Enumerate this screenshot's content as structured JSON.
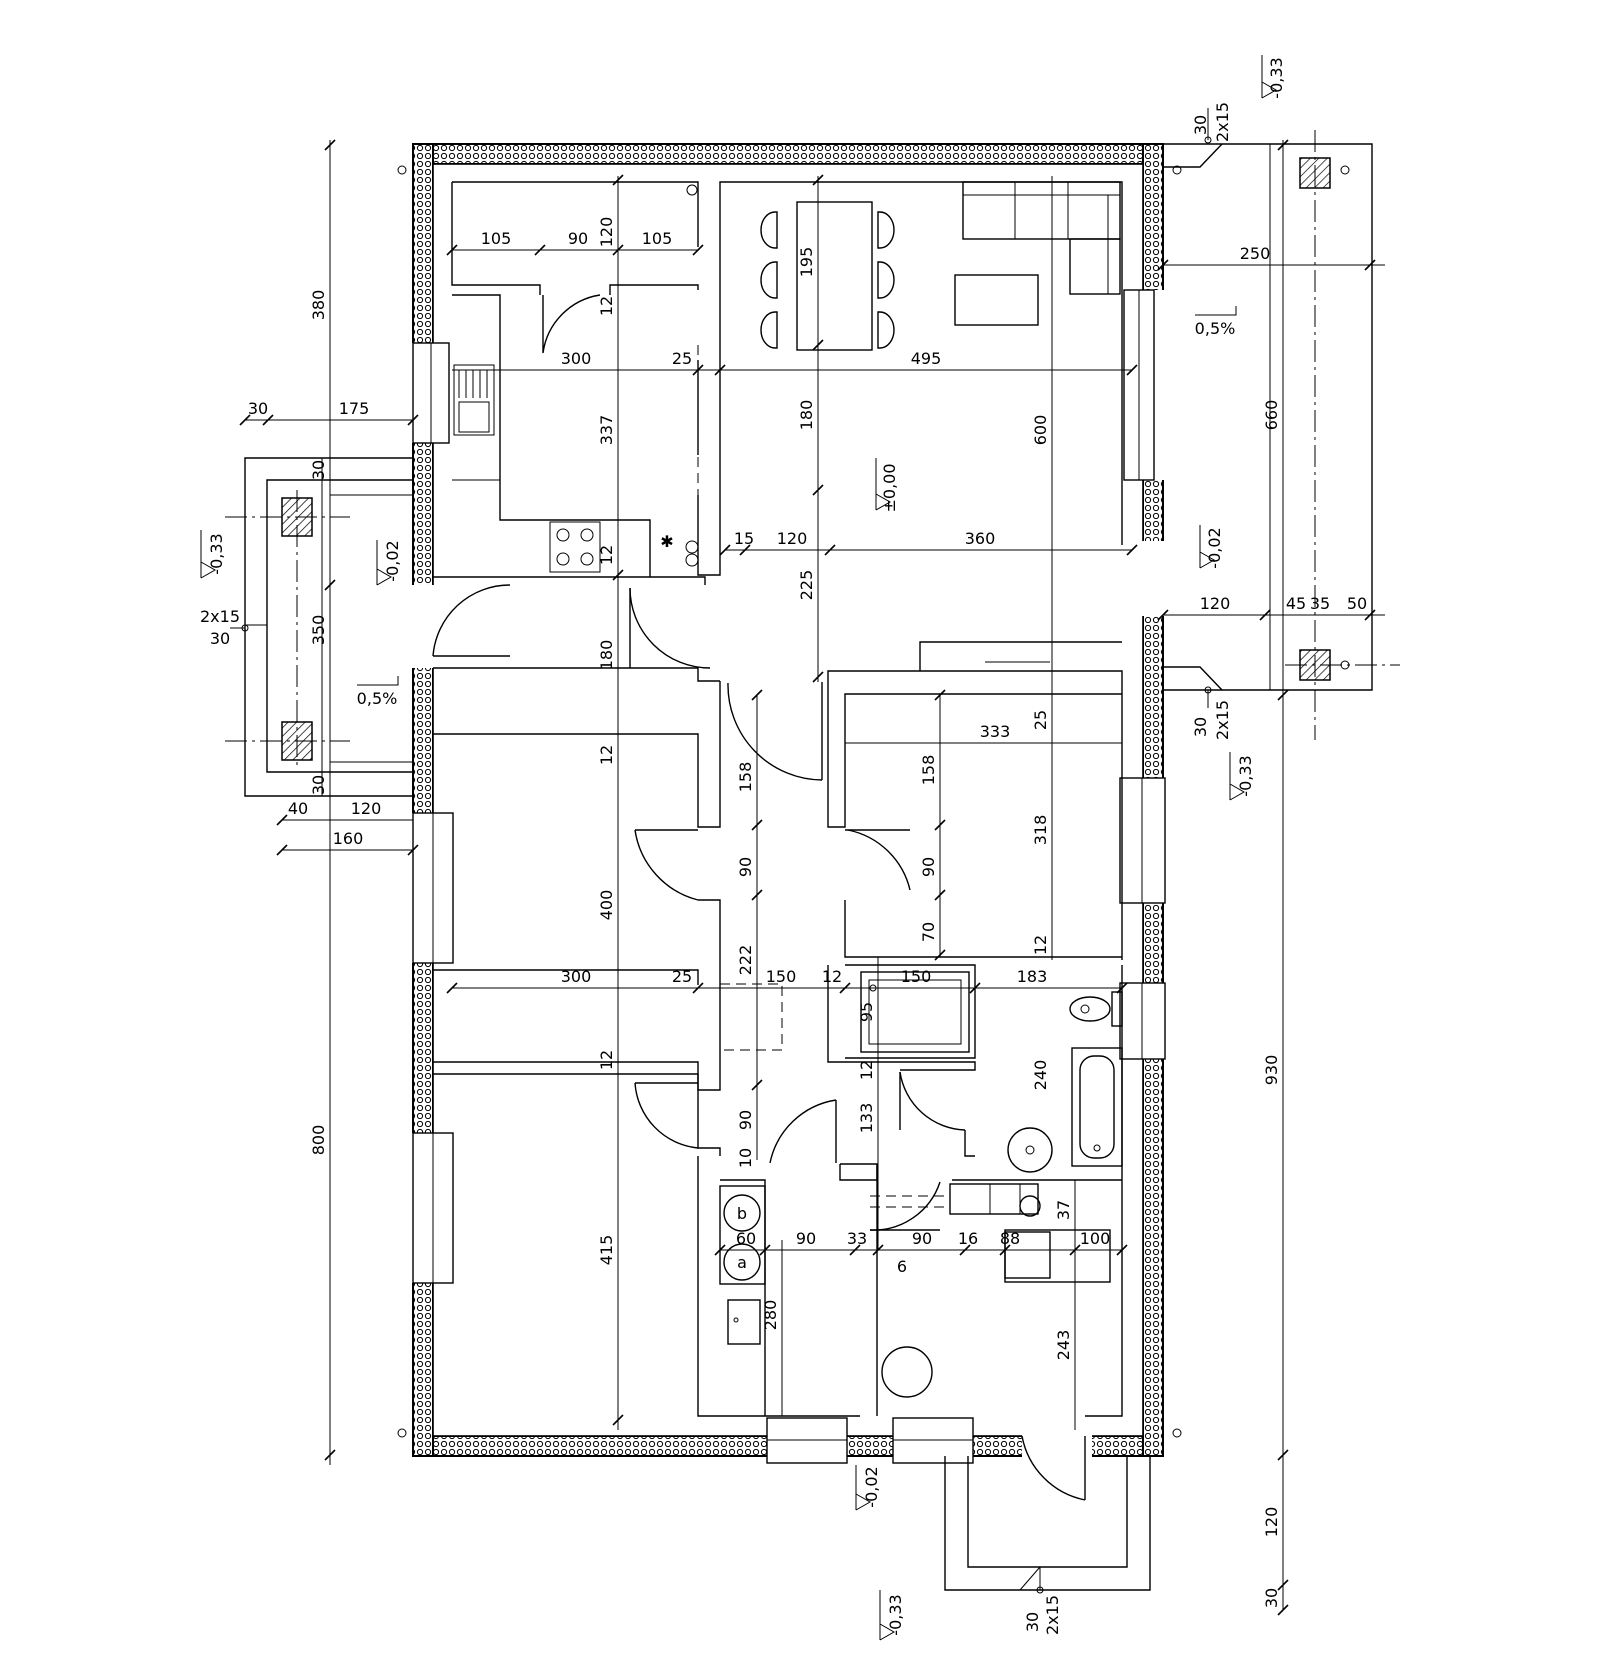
{
  "dimensions": {
    "k1": "105",
    "k2": "90",
    "k3": "120",
    "k4": "105",
    "k5": "12",
    "k6": "300",
    "k7": "25",
    "k8": "337",
    "k9": "12",
    "l1": "495",
    "l2": "195",
    "l3": "180",
    "l4": "600",
    "l5": "15",
    "l6": "120",
    "l7": "360",
    "l8": "225",
    "e1": "380",
    "e2": "800",
    "e3": "30",
    "e4": "175",
    "e5": "30",
    "e6": "350",
    "e7": "30",
    "e8": "40",
    "e9": "120",
    "e10": "160",
    "h1": "180",
    "h2": "12",
    "r1": "400",
    "r2": "158",
    "r3": "90",
    "r4": "222",
    "b1": "333",
    "b2": "25",
    "b3": "158",
    "b4": "318",
    "b5": "90",
    "b6": "70",
    "b7": "12",
    "m1": "300",
    "m2": "25",
    "m3": "150",
    "m4": "12",
    "m5": "150",
    "m6": "183",
    "m7": "95",
    "t1": "12",
    "t2": "240",
    "t3": "133",
    "s1": "12",
    "s2": "90",
    "s3": "10",
    "s4": "415",
    "u1": "60",
    "u2": "90",
    "u3": "33",
    "u4": "90",
    "u5": "16",
    "u6": "88",
    "u7": "100",
    "u8": "37",
    "u9": "6",
    "u10": "280",
    "u11": "243",
    "w1": "250",
    "w2": "660",
    "w3": "930",
    "w4": "120",
    "w5": "45",
    "w6": "35",
    "w7": "50",
    "w8": "120",
    "w9": "30"
  },
  "levels": {
    "main": "±0,00",
    "top_right": "-0,33",
    "left_terrace": "-0,33",
    "left_step": "-0,02",
    "right_mid": "-0,02",
    "right_terrace": "-0,33",
    "bottom_step": "-0,02",
    "bottom_terrace": "-0,33"
  },
  "slopes": {
    "left": "0,5%",
    "right": "0,5%"
  },
  "steps": {
    "top_right": {
      "a": "2x15",
      "b": "30"
    },
    "right_lower": {
      "a": "2x15",
      "b": "30"
    },
    "left": {
      "a": "2x15",
      "b": "30"
    },
    "bottom": {
      "a": "2x15",
      "b": "30"
    }
  },
  "appliance_labels": {
    "a": "a",
    "b": "b"
  }
}
